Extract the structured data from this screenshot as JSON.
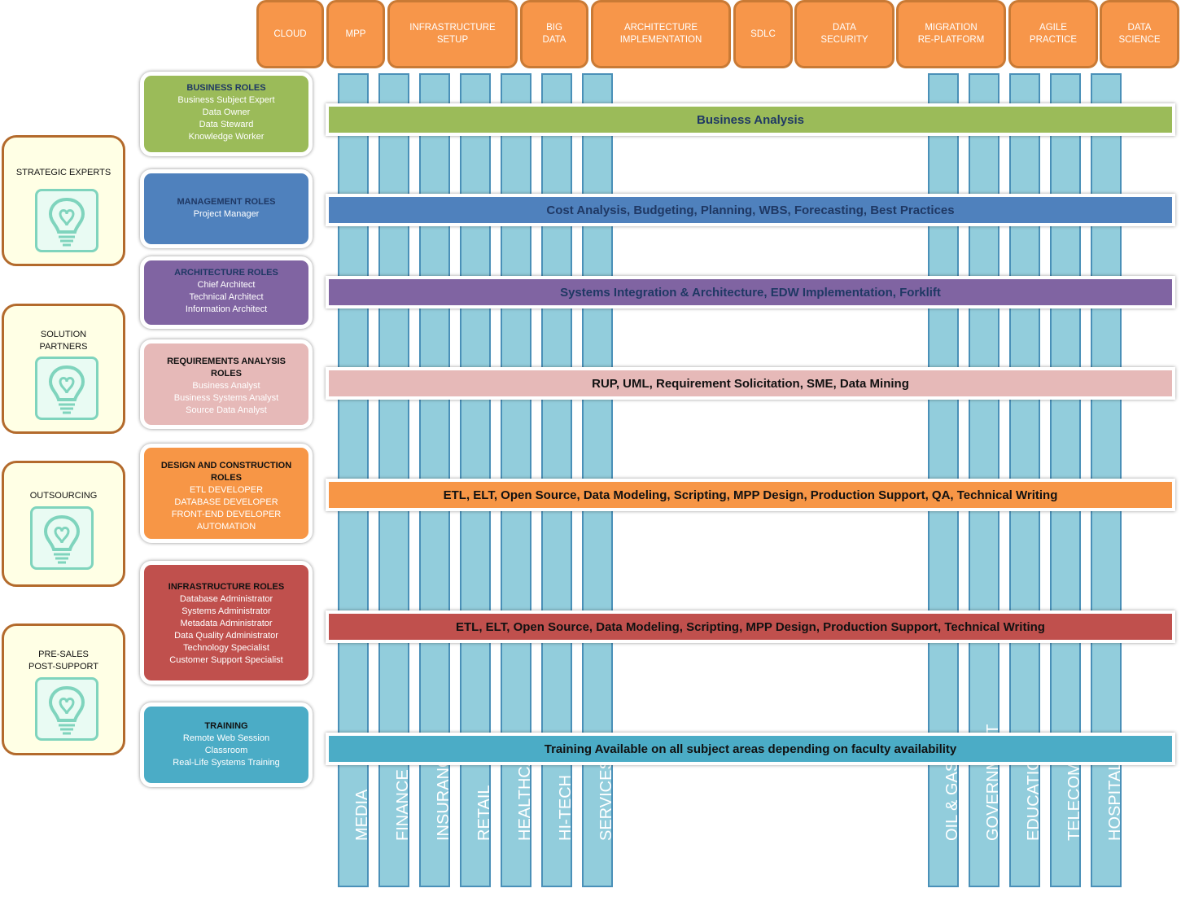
{
  "top_areas": [
    "CLOUD",
    "MPP",
    "INFRASTRUCTURE\nSETUP",
    "BIG\nDATA",
    "ARCHITECTURE\nIMPLEMENTATION",
    "SDLC",
    "DATA\nSECURITY",
    "MIGRATION\nRE-PLATFORM",
    "AGILE\nPRACTICE",
    "DATA\nSCIENCE"
  ],
  "industries_left": [
    "MEDIA",
    "FINANCE",
    "INSURANCE",
    "RETAIL",
    "HEALTHCARE",
    "HI-TECH",
    "SERVICES"
  ],
  "industries_right": [
    "OIL & GAS",
    "GOVERNMENT",
    "EDUCATION",
    "TELECOM",
    "HOSPITALITY"
  ],
  "strategies": [
    "STRATEGIC EXPERTS",
    "SOLUTION\nPARTNERS",
    "OUTSOURCING",
    "PRE-SALES\nPOST-SUPPORT"
  ],
  "roles": [
    {
      "title": "BUSINESS ROLES",
      "items": [
        "Business Subject Expert",
        "Data Owner",
        "Data Steward",
        "Knowledge Worker"
      ]
    },
    {
      "title": "MANAGEMENT ROLES",
      "items": [
        "Project Manager"
      ]
    },
    {
      "title": "ARCHITECTURE ROLES",
      "items": [
        "Chief Architect",
        "Technical Architect",
        "Information Architect"
      ]
    },
    {
      "title": "REQUIREMENTS ANALYSIS\nROLES",
      "items": [
        "Business Analyst",
        "Business Systems Analyst",
        "Source Data Analyst"
      ]
    },
    {
      "title": "DESIGN AND CONSTRUCTION\nROLES",
      "items": [
        "ETL DEVELOPER",
        "DATABASE DEVELOPER",
        "FRONT-END DEVELOPER",
        "AUTOMATION"
      ]
    },
    {
      "title": "INFRASTRUCTURE ROLES",
      "items": [
        "Database Administrator",
        "Systems Administrator",
        "Metadata Administrator",
        "Data Quality Administrator",
        "Technology Specialist",
        "Customer Support Specialist"
      ]
    },
    {
      "title": "TRAINING",
      "items": [
        "Remote Web Session",
        "Classroom",
        "Real-Life Systems Training"
      ]
    }
  ],
  "bands": [
    "Business Analysis",
    "Cost Analysis, Budgeting, Planning, WBS, Forecasting, Best Practices",
    "Systems Integration & Architecture, EDW Implementation, Forklift",
    "RUP, UML, Requirement Solicitation,  SME, Data Mining",
    "ETL, ELT, Open Source, Data Modeling, Scripting, MPP Design, Production Support, QA, Technical Writing",
    "ETL, ELT, Open Source, Data Modeling, Scripting, MPP Design, Production Support, Technical Writing",
    "Training Available on all subject areas depending on faculty availability"
  ],
  "colors": {
    "top_tab": "#f7964a",
    "column": "#92cddc",
    "business": "#9bbb59",
    "management": "#4f81bd",
    "architecture": "#8064a2",
    "requirements": "#e6b9b8",
    "design": "#f79646",
    "infrastructure": "#c0504d",
    "training": "#4bacc6"
  }
}
